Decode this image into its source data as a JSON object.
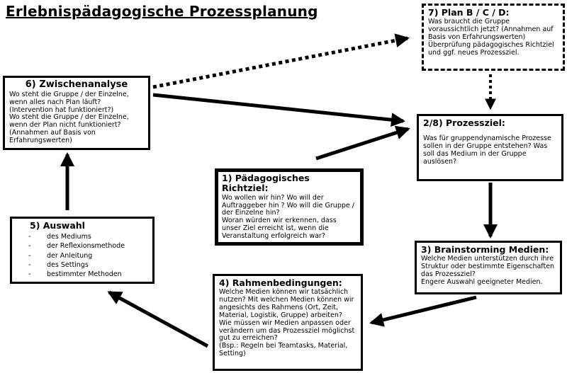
{
  "title": "Erlebnispädagogische Prozessplanung",
  "boxes": {
    "plan_bcd": {
      "title": "7) Plan B / C / D:",
      "body": "Was braucht die Gruppe voraussichtlich jetzt? (Annahmen auf Basis von Erfahrungswerten)\nÜberprüfung pädagogisches Richtziel und ggf. neues Prozessziel."
    },
    "zwischenanalyse": {
      "title": "6) Zwischenanalyse",
      "body": "Wo steht die Gruppe / der Einzelne, wenn alles nach Plan läuft?\n(Intervention hat funktioniert?)\nWo steht die Gruppe / der Einzelne, wenn der Plan nicht funktioniert?\n(Annahmen auf Basis von Erfahrungswerten)"
    },
    "prozessziel": {
      "title": "2/8) Prozessziel:",
      "body": "Was für gruppendynamische Prozesse sollen in der Gruppe entstehen? Was soll das Medium in der Gruppe auslösen?"
    },
    "richtziel": {
      "title": "1) Pädagogisches Richtziel:",
      "body": "Wo wollen wir hin? Wo will der Auftraggeber hin ? Wo will die Gruppe / der Einzelne hin?\nWoran würden wir erkennen, dass unser Ziel erreicht ist, wenn die Veranstaltung erfolgreich war?"
    },
    "auswahl": {
      "title": "5) Auswahl",
      "bullet": "-",
      "items": [
        "des Mediums",
        "der Reflexionsmethode",
        "der Anleitung",
        "des Settings",
        "bestimmter Methoden"
      ]
    },
    "brainstorming": {
      "title": "3) Brainstorming Medien:",
      "body": "Welche Medien unterstützen durch ihre Struktur oder bestimmte Eigenschaften das Prozessziel?\nEngere Auswahl geeigneter Medien."
    },
    "rahmenbedingungen": {
      "title": "4) Rahmenbedingungen:",
      "body": "Welche Medien können wir tatsächlich nutzen? Mit welchen Medien können wir angesichts des Rahmens (Ort, Zeit, Material, Logistik, Gruppe) arbeiten?\nWie müssen wir Medien anpassen oder verändern um das Prozessziel möglichst gut zu erreichen?\n(Bsp.: Regeln bei Teamtasks, Material, Setting)"
    }
  },
  "flow": [
    {
      "from": "6) Zwischenanalyse",
      "to": "7) Plan B / C / D",
      "style": "dotted"
    },
    {
      "from": "7) Plan B / C / D",
      "to": "2/8) Prozessziel",
      "style": "dotted"
    },
    {
      "from": "6) Zwischenanalyse",
      "to": "2/8) Prozessziel",
      "style": "solid"
    },
    {
      "from": "1) Pädagogisches Richtziel",
      "to": "2/8) Prozessziel",
      "style": "solid"
    },
    {
      "from": "2/8) Prozessziel",
      "to": "3) Brainstorming Medien",
      "style": "solid"
    },
    {
      "from": "3) Brainstorming Medien",
      "to": "4) Rahmenbedingungen",
      "style": "solid"
    },
    {
      "from": "4) Rahmenbedingungen",
      "to": "5) Auswahl",
      "style": "solid"
    },
    {
      "from": "5) Auswahl",
      "to": "6) Zwischenanalyse",
      "style": "solid"
    }
  ],
  "colors": {
    "ink": "#000000",
    "background": "#ffffff"
  }
}
